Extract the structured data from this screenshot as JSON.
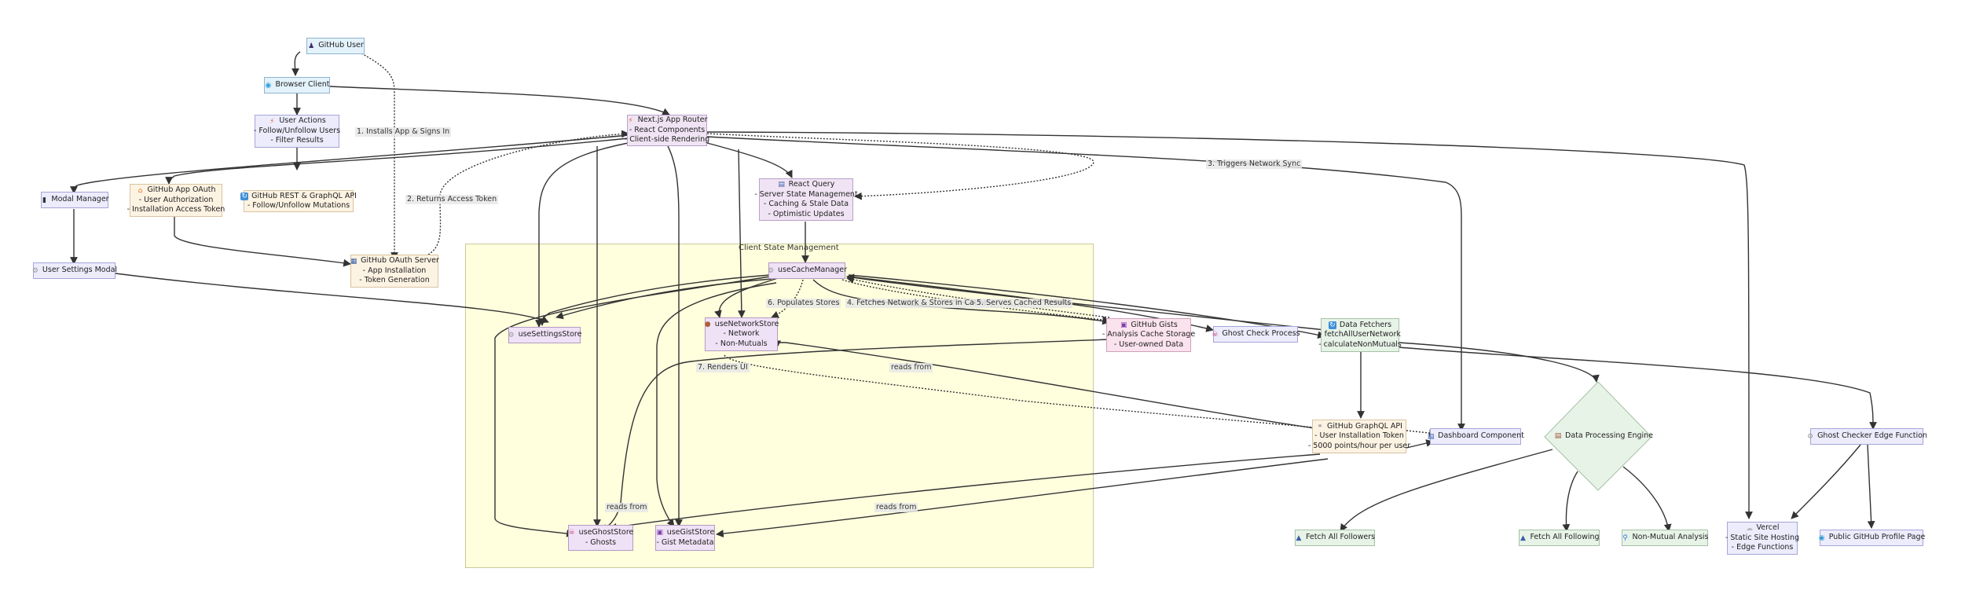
{
  "diagram": {
    "subgraph": {
      "title": "Client State Management"
    },
    "nodes": {
      "github_user": {
        "icon": "user-icon",
        "lines": [
          "GitHub User"
        ]
      },
      "browser_client": {
        "icon": "globe-icon",
        "lines": [
          "Browser Client"
        ]
      },
      "user_actions": {
        "icon": "lightning-icon",
        "lines": [
          "User Actions",
          "- Follow/Unfollow Users",
          "- Filter Results"
        ]
      },
      "nextjs_router": {
        "icon": "lightning-icon",
        "lines": [
          "Next.js App Router",
          "- React Components",
          "- Client-side Rendering"
        ]
      },
      "modal_manager": {
        "icon": "phone-icon",
        "lines": [
          "Modal Manager"
        ]
      },
      "github_app_oauth": {
        "icon": "house-icon",
        "lines": [
          "GitHub App OAuth",
          "- User Authorization",
          "- Installation Access Token"
        ]
      },
      "github_rest_api": {
        "icon": "refresh-icon",
        "lines": [
          "GitHub REST & GraphQL API",
          "- Follow/Unfollow Mutations"
        ]
      },
      "react_query": {
        "icon": "chart-icon",
        "lines": [
          "React Query",
          "- Server State Management",
          "- Caching & Stale Data",
          "- Optimistic Updates"
        ]
      },
      "user_settings_modal": {
        "icon": "gear-icon",
        "lines": [
          "User Settings Modal"
        ]
      },
      "github_oauth_server": {
        "icon": "building-icon",
        "lines": [
          "GitHub OAuth Server",
          "- App Installation",
          "- Token Generation"
        ]
      },
      "use_cache_manager": {
        "icon": "gear-icon",
        "lines": [
          "useCacheManager"
        ]
      },
      "use_settings_store": {
        "icon": "gear-icon",
        "lines": [
          "useSettingsStore"
        ]
      },
      "use_network_store": {
        "icon": "cookie-icon",
        "lines": [
          "useNetworkStore",
          "- Network",
          "- Non-Mutuals"
        ]
      },
      "github_gists": {
        "icon": "floppy-icon",
        "lines": [
          "GitHub Gists",
          "- Analysis Cache Storage",
          "- User-owned Data"
        ]
      },
      "ghost_check_process": {
        "icon": "ghost-icon",
        "lines": [
          "Ghost Check Process"
        ]
      },
      "data_fetchers": {
        "icon": "refresh-icon",
        "lines": [
          "Data Fetchers",
          "- fetchAllUserNetwork",
          "- calculateNonMutuals"
        ]
      },
      "github_graphql_api": {
        "icon": "link-icon",
        "lines": [
          "GitHub GraphQL API",
          "- User Installation Token",
          "- 5000 points/hour per user"
        ]
      },
      "dashboard_component": {
        "icon": "chart-icon",
        "lines": [
          "Dashboard Component"
        ]
      },
      "data_processing_engine": {
        "icon": "ledger-icon",
        "lines": [
          "Data Processing Engine"
        ]
      },
      "ghost_checker_edge": {
        "icon": "gear-icon",
        "lines": [
          "Ghost Checker Edge Function"
        ]
      },
      "use_ghost_store": {
        "icon": "ghost-icon",
        "lines": [
          "useGhostStore",
          "- Ghosts"
        ]
      },
      "use_gist_store": {
        "icon": "floppy-icon",
        "lines": [
          "useGistStore",
          "- Gist Metadata"
        ]
      },
      "fetch_all_followers": {
        "icon": "upload-icon",
        "lines": [
          "Fetch All Followers"
        ]
      },
      "fetch_all_following": {
        "icon": "upload-icon",
        "lines": [
          "Fetch All Following"
        ]
      },
      "non_mutual_analysis": {
        "icon": "magnifier-icon",
        "lines": [
          "Non-Mutual Analysis"
        ]
      },
      "vercel": {
        "icon": "cloud-icon",
        "lines": [
          "Vercel",
          "- Static Site Hosting",
          "- Edge Functions"
        ]
      },
      "public_profile_page": {
        "icon": "globe-icon",
        "lines": [
          "Public GitHub Profile Page"
        ]
      }
    },
    "edge_labels": {
      "installs_app": "1. Installs App & Signs In",
      "returns_token": "2. Returns Access Token",
      "triggers_sync": "3. Triggers Network Sync",
      "fetches_network": "4. Fetches Network & Stores in Cache",
      "serves_cached": "5. Serves Cached Results",
      "populates_stores": "6. Populates Stores",
      "renders_ui": "7. Renders UI",
      "reads_from_1": "reads from",
      "reads_from_2": "reads from",
      "reads_from_3": "reads from"
    },
    "colors": {
      "edge": "#333333",
      "subgraph_fill": "#ffffde",
      "client": "#e3f2fb",
      "app": "#f0e4f4",
      "auth": "#fdf3e3",
      "data": "#e8f3e8",
      "gist": "#fbe3ee"
    }
  }
}
